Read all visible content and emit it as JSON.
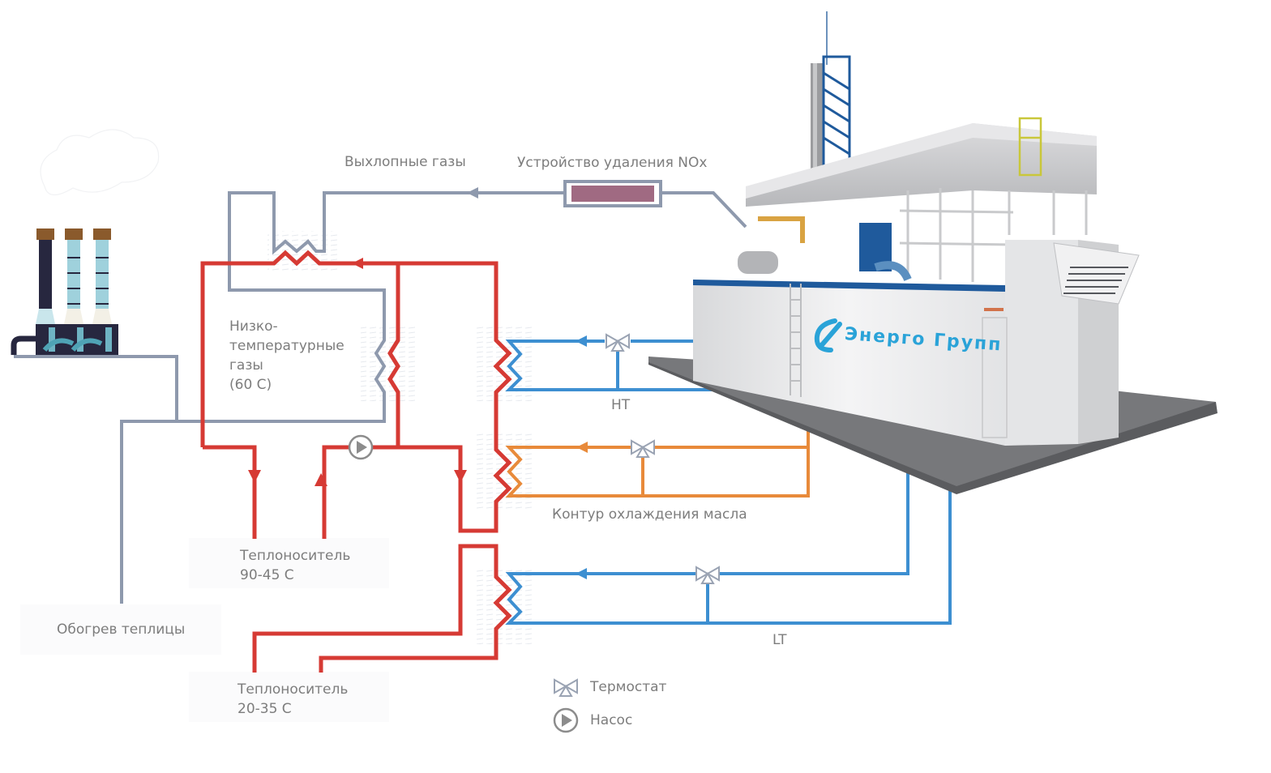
{
  "labels": {
    "exhaust_gases": "Выхлопные газы",
    "nox_device": "Устройство удаления NOx",
    "low_temp_gases": "Низко-\nтемпературные\nгазы\n(60 С)",
    "ht": "HT",
    "lt": "LT",
    "oil_cooling_circuit": "Контур охлаждения масла",
    "coolant_hot": "Теплоноситель\n90-45 С",
    "coolant_cold": "Теплоноситель\n20-35 С",
    "greenhouse_heating": "Обогрев теплицы"
  },
  "legend": [
    {
      "icon": "thermostat-valve-icon",
      "label": "Термостат"
    },
    {
      "icon": "pump-icon",
      "label": "Насос"
    }
  ],
  "brand": {
    "name": "Энерго Групп"
  },
  "colors": {
    "exhaust_pipe": "#8e99ad",
    "hot_water_pipe": "#d63a34",
    "engine_cooling_pipe": "#3d8fd1",
    "oil_cooling_pipe": "#e88a3a",
    "nox_filter": "#a06a82",
    "label_text": "#7d7d7d",
    "brand": "#2aa3d8"
  }
}
